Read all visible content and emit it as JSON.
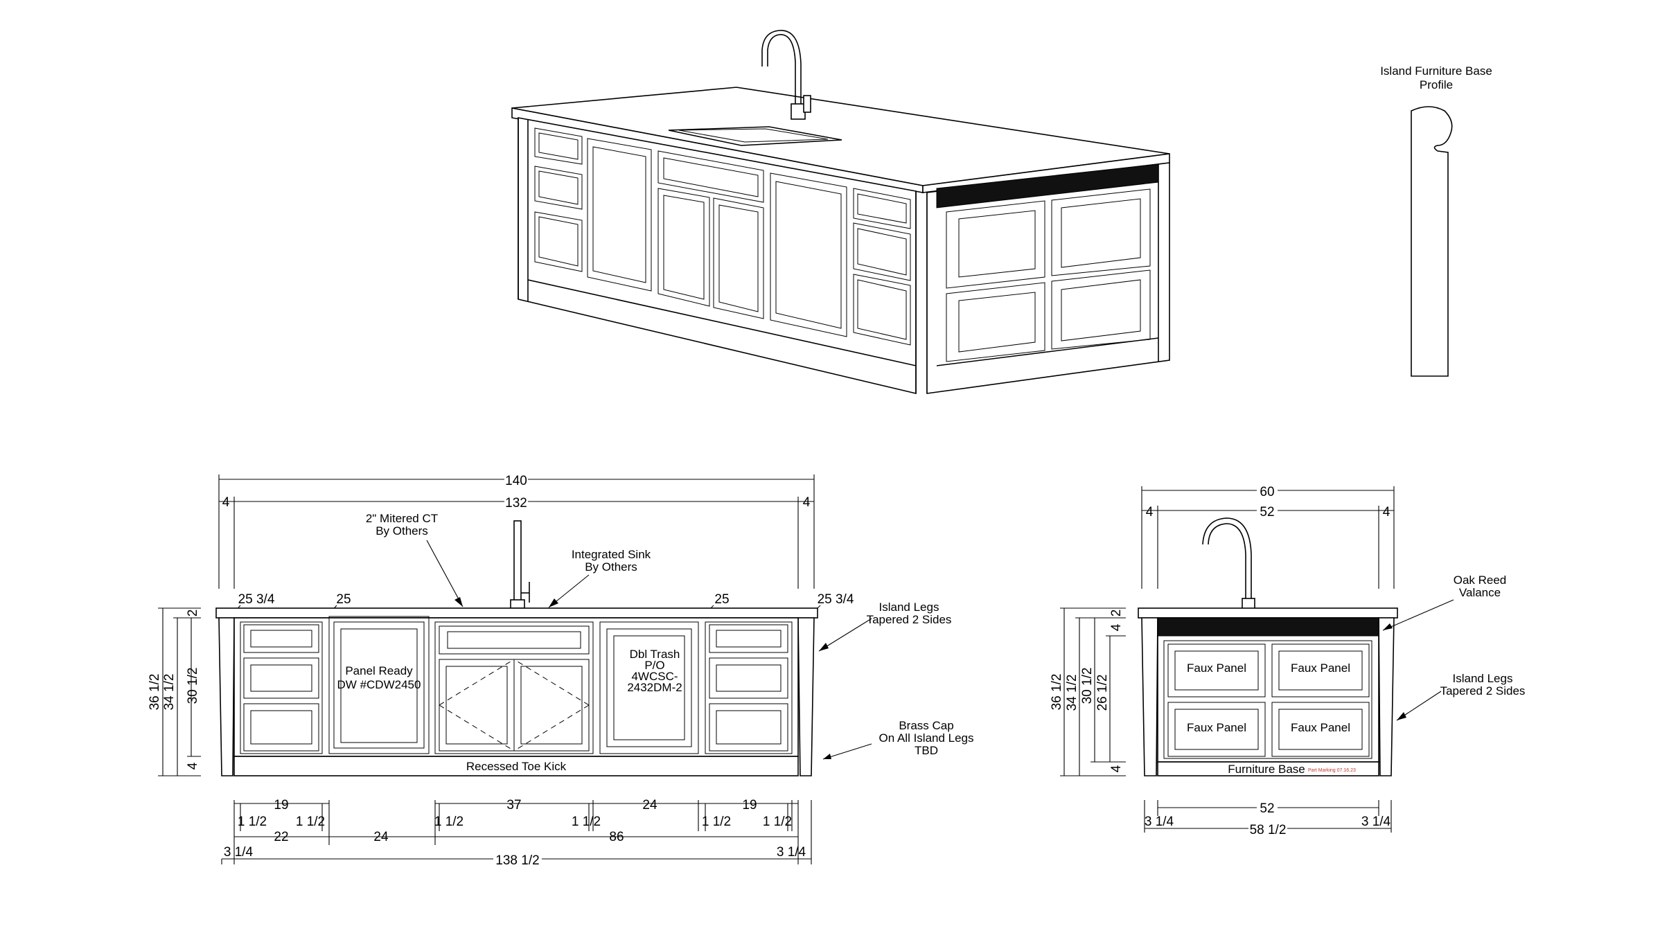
{
  "profile": {
    "title_line1": "Island Furniture Base",
    "title_line2": "Profile"
  },
  "front": {
    "overall_top": "140",
    "inner_top": "132",
    "leg_left": "4",
    "leg_right": "4",
    "note_ct_1": "2\" Mitered CT",
    "note_ct_2": "By Others",
    "note_sink_1": "Integrated Sink",
    "note_sink_2": "By Others",
    "note_legs_1": "Island Legs",
    "note_legs_2": "Tapered 2 Sides",
    "note_brass_1": "Brass Cap",
    "note_brass_2": "On All Island Legs",
    "note_brass_3": "TBD",
    "depth_2534_left": "25 3/4",
    "depth_25_left": "25",
    "depth_25_right": "25",
    "depth_2534_right": "25 3/4",
    "h_total": "36 1/2",
    "h_case": "34 1/2",
    "h_box": "30 1/2",
    "h_ct": "2",
    "h_kick": "4",
    "dw_1": "Panel Ready",
    "dw_2": "DW #CDW2450",
    "trash_1": "Dbl Trash",
    "trash_2": "P/O",
    "trash_3": "4WCSC-",
    "trash_4": "2432DM-2",
    "toe_kick": "Recessed Toe Kick",
    "b_19a": "19",
    "b_112a": "1 1/2",
    "b_112b": "1 1/2",
    "b_22": "22",
    "b_24a": "24",
    "b_37": "37",
    "b_112c": "1 1/2",
    "b_112d": "1 1/2",
    "b_24b": "24",
    "b_19b": "19",
    "b_112e": "1 1/2",
    "b_112f": "1 1/2",
    "b_86": "86",
    "b_314a": "3 1/4",
    "b_314b": "3 1/4",
    "b_1385": "138 1/2"
  },
  "side": {
    "overall_top": "60",
    "inner_top": "52",
    "leg_left": "4",
    "leg_right": "4",
    "note_valance_1": "Oak Reed",
    "note_valance_2": "Valance",
    "note_legs_1": "Island Legs",
    "note_legs_2": "Tapered 2 Sides",
    "h_total": "36 1/2",
    "h_case": "34 1/2",
    "h_box": "30 1/2",
    "h_panel": "26 1/2",
    "h_ct": "2",
    "h_val": "4",
    "h_kick": "4",
    "panel_tl": "Faux Panel",
    "panel_tr": "Faux Panel",
    "panel_bl": "Faux Panel",
    "panel_br": "Faux Panel",
    "furniture_base": "Furniture Base",
    "stamp": "Part Marking 07.16.23",
    "b_52": "52",
    "b_314a": "3 1/4",
    "b_314b": "3 1/4",
    "b_585": "58 1/2"
  }
}
